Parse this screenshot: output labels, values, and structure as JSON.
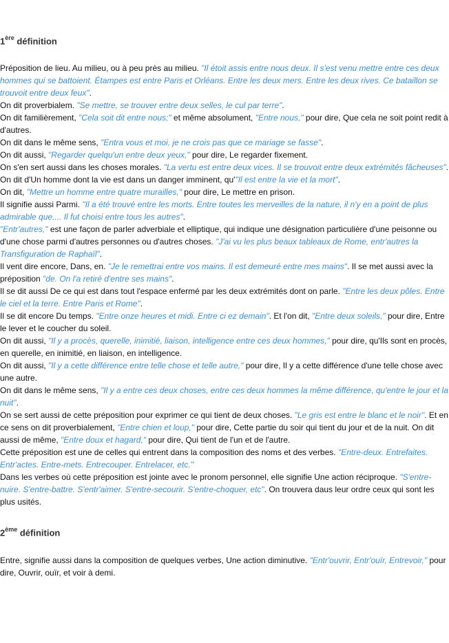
{
  "definitions": [
    {
      "num": "1",
      "sup": "ère",
      "label": " définition",
      "paragraphs": [
        [
          {
            "t": "Préposition de lieu. Au milieu, ou à peu près au milieu. "
          },
          {
            "q": "\"Il étoit assis entre nous deux. Il s'est venu mettre entre ces deux hommes qui se battoient. Étampes est entre Paris et Orléans. Entre les deux mers. Entre les deux rives. Ce bataillon se trouvoit entre deux feux\""
          },
          {
            "t": "."
          }
        ],
        [
          {
            "t": "On dit proverbialem. "
          },
          {
            "q": "\"Se mettre, se trouver entre deux selles, le cul par terre\""
          },
          {
            "t": "."
          }
        ],
        [
          {
            "t": "On dit familièrement, "
          },
          {
            "q": "\"Cela soit dit entre nous;\""
          },
          {
            "t": " et même absolument, "
          },
          {
            "q": "\"Entre nous,\""
          },
          {
            "t": " pour dire, Que cela ne soit point redit à d'autres."
          }
        ],
        [
          {
            "t": "On dit dans le même sens, "
          },
          {
            "q": "\"Entra vous et moi, je ne crois pas que ce mariage se fasse\""
          },
          {
            "t": "."
          }
        ],
        [
          {
            "t": "On dit aussi, "
          },
          {
            "q": "\"Regarder quelqu'un entre deux yeux,\""
          },
          {
            "t": " pour dire, Le regarder fixement."
          }
        ],
        [
          {
            "t": "On s'en sert aussi dans les choses morales. "
          },
          {
            "q": "\"La vertu est entre deux vices. Il se trouvoit entre deux extrémités fâcheuses\""
          },
          {
            "t": "."
          }
        ],
        [
          {
            "t": "On dit d'Un homme dont la vie est dans un danger imminent, qu'"
          },
          {
            "q": "\"Il est entre la vie et la mort\""
          },
          {
            "t": "."
          }
        ],
        [
          {
            "t": "On dit, "
          },
          {
            "q": "\"Mettre un homme entre quatre murailles,\""
          },
          {
            "t": " pour dire, Le mettre en prison."
          }
        ],
        [
          {
            "t": "Il signifie aussi Parmi. "
          },
          {
            "q": "\"Il a été trouvé entre les morts. Entre toutes les merveilles de la nature, il n'y en a point de plus admirable que.... Il fut choisi entre tous les autres\""
          },
          {
            "t": "."
          }
        ],
        [
          {
            "q": "\"Entr'autres,\""
          },
          {
            "t": " est une façon de parler adverbiale et elliptique, qui indique une désignation particulière d'une peisonne ou d'une chose parmi d'autres personnes ou d'autres choses. "
          },
          {
            "q": "\"J'ai vu les plus beaux tableaux de Rome, entr'autres la Transfiguration de Raphaïl\""
          },
          {
            "t": "."
          }
        ],
        [
          {
            "t": "Il vent dire encore, Dans, en. "
          },
          {
            "q": "\"Je le remettrai entre vos mains. Il est demeuré entre mes mains\""
          },
          {
            "t": ". Il se met aussi avec la préposition "
          },
          {
            "q": "\"de. On l'a retiré d'entre ses mains\""
          },
          {
            "t": "."
          }
        ],
        [
          {
            "t": "Il se dit aussi De ce qui est dans tout l'espace enfermé par les deux extrémités dont on parle. "
          },
          {
            "q": "\"Entre les deux pôles. Entre le ciel et la terre. Entre Paris et Rome\""
          },
          {
            "t": "."
          }
        ],
        [
          {
            "t": "Il se dit encore Du temps. "
          },
          {
            "q": "\"Entre onze heures et midi. Entre ci ez demain\""
          },
          {
            "t": ". Et l'on dit, "
          },
          {
            "q": "\"Entre deux soleils,\""
          },
          {
            "t": " pour dire, Entre le lever et le coucher du soleil."
          }
        ],
        [
          {
            "t": "On dit aussi, "
          },
          {
            "q": "\"Il y a procès, querelle, inimitié, liaison, intelligence entre ces deux hommes,\""
          },
          {
            "t": " pour dire, qu'Ils sont en procès, en querelle, en inimitié, en liaison, en intelligence."
          }
        ],
        [
          {
            "t": "On dit aussi, "
          },
          {
            "q": "\"Il y a cette différence entre telle chose et telle autre,\""
          },
          {
            "t": " pour dire, Il y a cette différence d'une telle chose avec une autre."
          }
        ],
        [
          {
            "t": "On dit dans le même sens, "
          },
          {
            "q": "\"Il y a entre ces deux choses, entre ces deux hommes la même différence, qu'entre le jour et la nuit\""
          },
          {
            "t": "."
          }
        ],
        [
          {
            "t": "On se sert aussi de cette préposition pour exprimer ce qui tient de deux choses. "
          },
          {
            "q": "\"Le gris est entre le blanc et le noir\""
          },
          {
            "t": ". Et en ce sens on dit proverbialement, "
          },
          {
            "q": "\"Entre chien et loup,\""
          },
          {
            "t": " pour dire, Cette partie du soir qui tient du jour et de la nuit. On dit aussi de même, "
          },
          {
            "q": "\"Entre doux et hagard,\""
          },
          {
            "t": " pour dire, Qui tient de l'un et de l'autre."
          }
        ],
        [
          {
            "t": "Cette préposition est une de celles qui entrent dans la composition des noms et des verbes. "
          },
          {
            "q": "\"Entre-deux. Entrefaites. Entr'actes. Entre-mets. Entrecouper. Entrelacer, etc.\""
          }
        ],
        [
          {
            "t": "Dans les verbes où cette préposition est jointe avec le pronom personnel, elle signifie Une action réciproque. "
          },
          {
            "q": "\"S'entre-nuire. S'entre-battre. S'entr'aimer. S'entre-secourir. S'entre-choquer, etc\""
          },
          {
            "t": ". On trouvera daus leur ordre ceux qui sont les plus usités."
          }
        ]
      ]
    },
    {
      "num": "2",
      "sup": "ème",
      "label": " définition",
      "paragraphs": [
        [
          {
            "t": "Entre, signifie aussi dans la composition de quelques verbes, Une action diminutive. "
          },
          {
            "q": "\"Entr'ouvrir, Entr'ouïr, Entrevoir,\""
          },
          {
            "t": " pour dire, Ouvrir, ouïr, et voir à demi."
          }
        ]
      ]
    }
  ]
}
